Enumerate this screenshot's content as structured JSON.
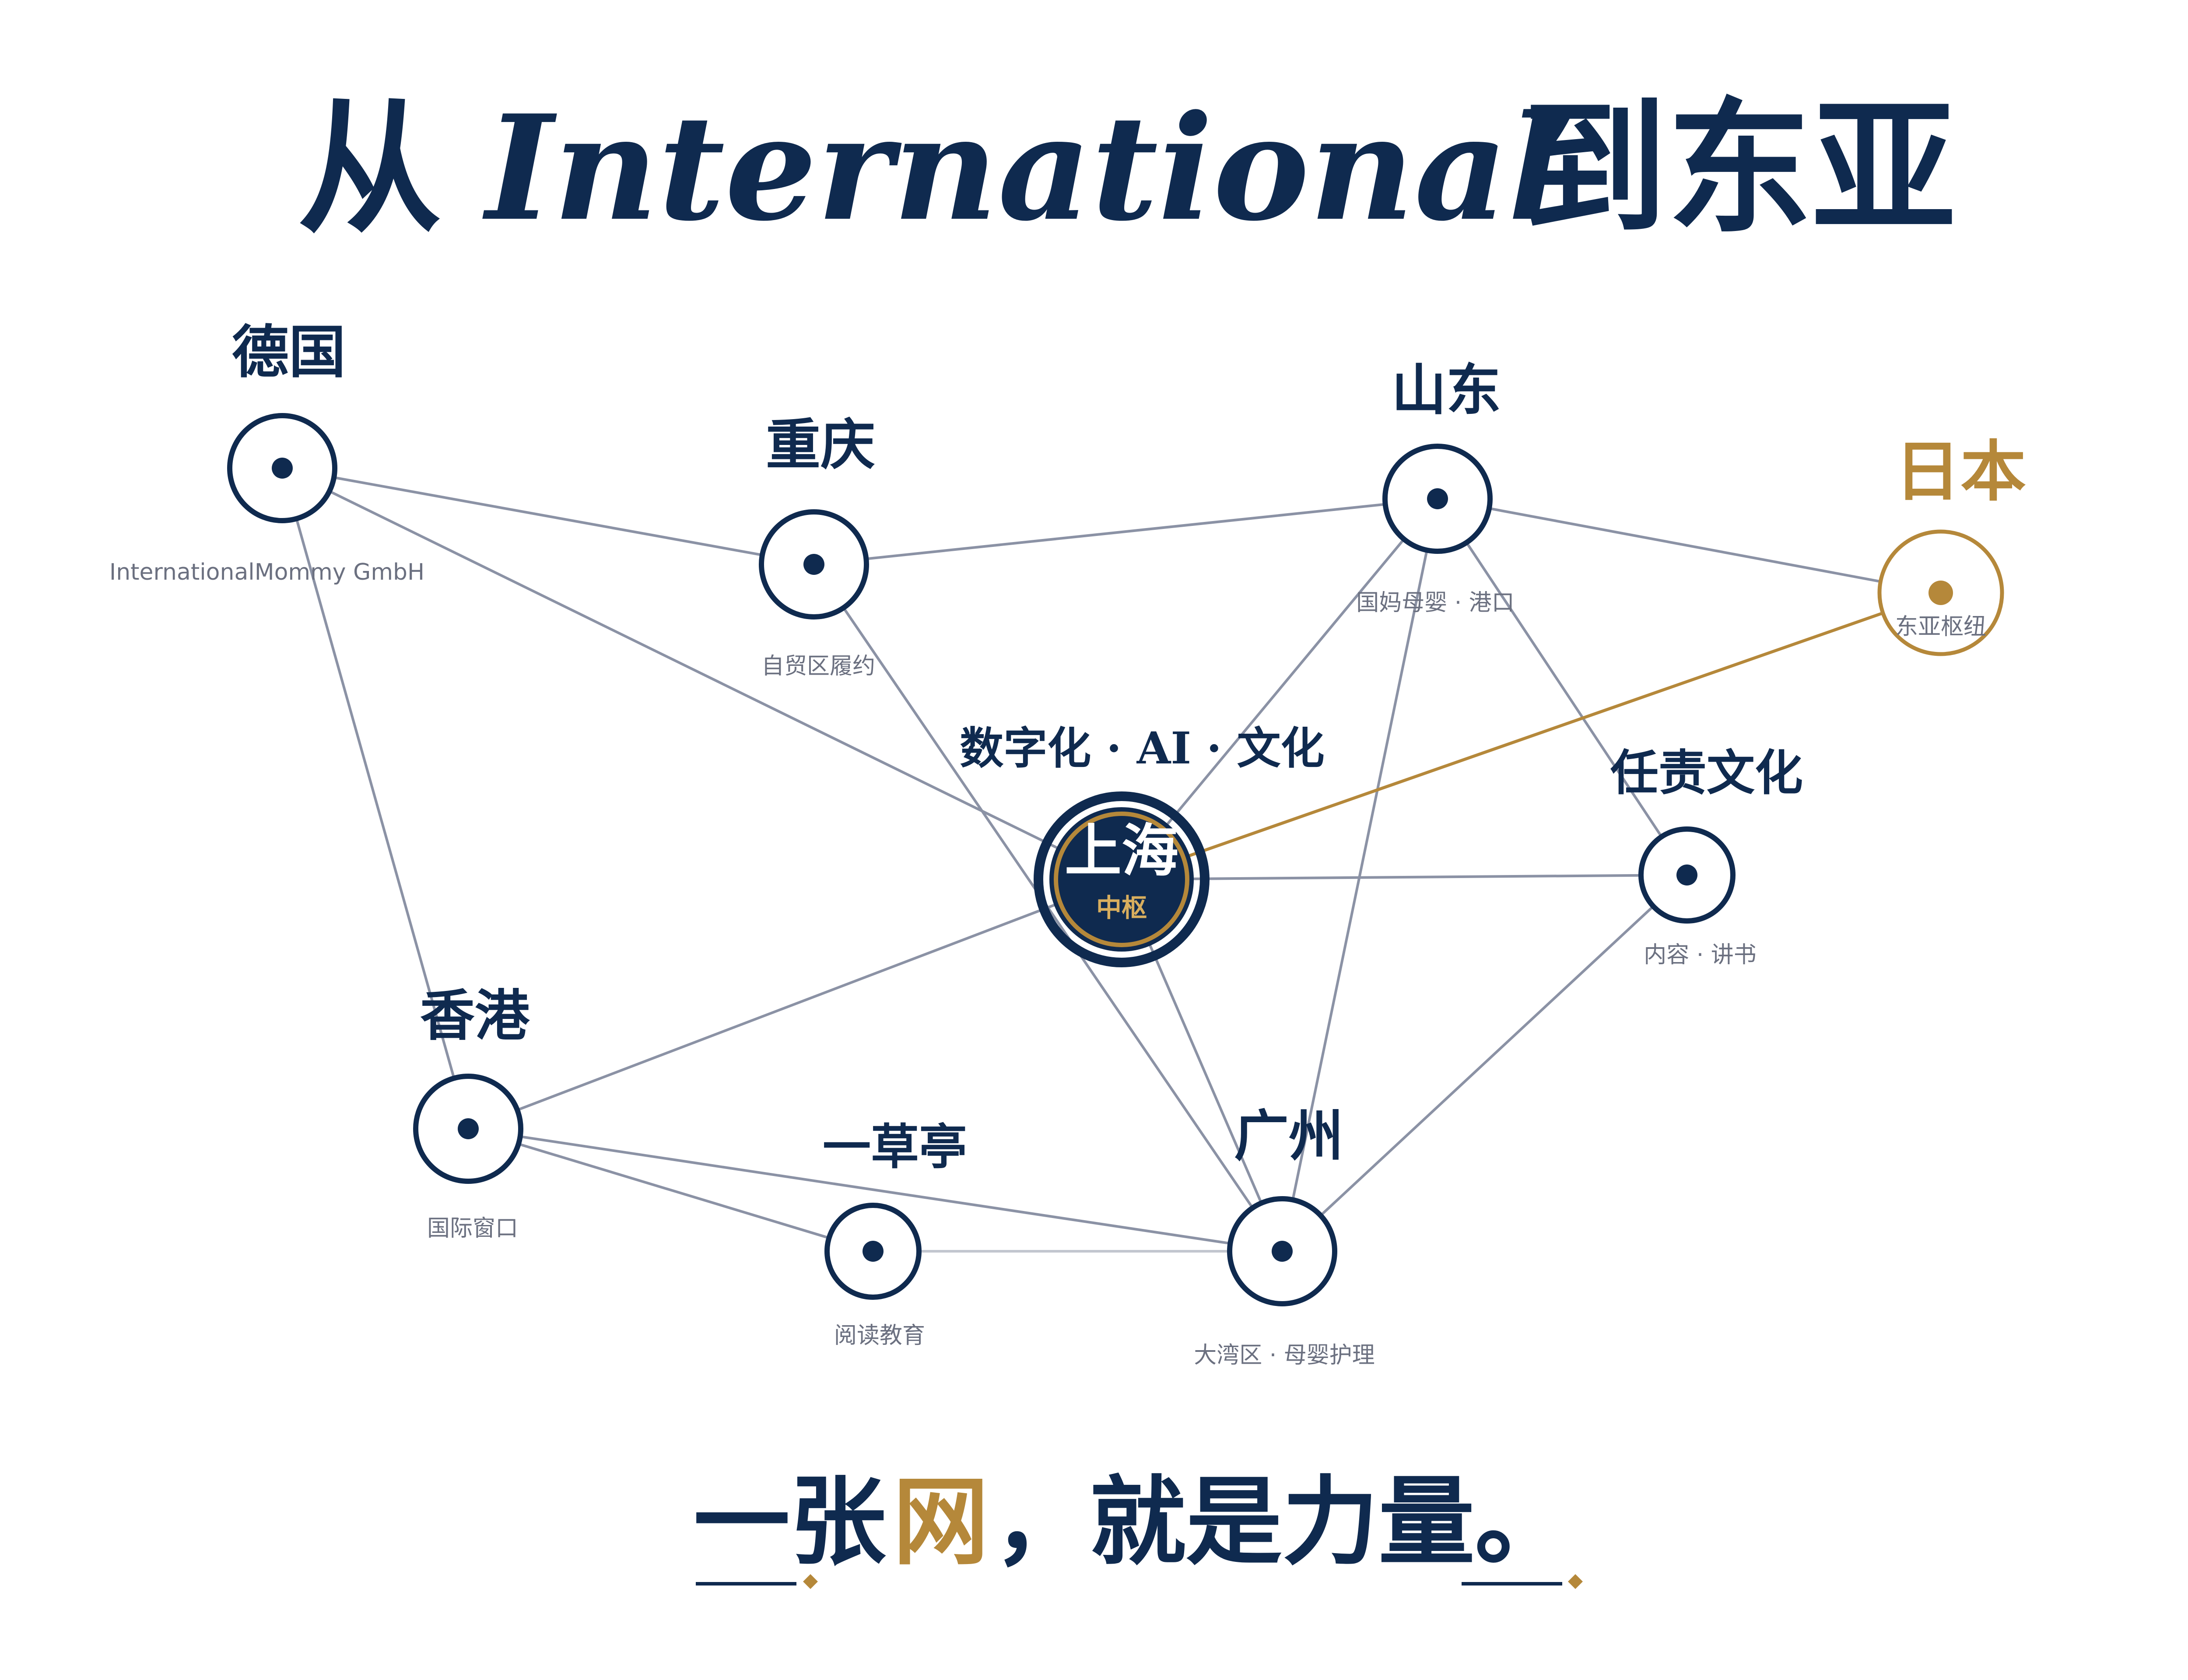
{
  "colors": {
    "navy": "#0f2a4f",
    "gold": "#b5883a",
    "edge": "#8b92a5",
    "edge_light": "#c2c6cf",
    "caption": "#6b7080",
    "background": "#ffffff"
  },
  "title": {
    "part1": "从",
    "part2": "International",
    "part3": "到东亚"
  },
  "hub": {
    "tag": "数字化 · AI · 文化",
    "name": "上海",
    "sub": "中枢"
  },
  "nodes": [
    {
      "id": "germany",
      "label": "德国",
      "caption": "InternationalMommy GmbH",
      "highlight": false
    },
    {
      "id": "chongqing",
      "label": "重庆",
      "caption": "自贸区履约",
      "highlight": false
    },
    {
      "id": "shandong",
      "label": "山东",
      "caption": "国妈母婴 · 港口",
      "highlight": false
    },
    {
      "id": "japan",
      "label": "日本",
      "caption": "东亚枢纽",
      "highlight": true
    },
    {
      "id": "renze",
      "label": "任责文化",
      "caption": "内容 · 讲书",
      "highlight": false
    },
    {
      "id": "hongkong",
      "label": "香港",
      "caption": "国际窗口",
      "highlight": false
    },
    {
      "id": "yicaoting",
      "label": "一草亭",
      "caption": "阅读教育",
      "highlight": false
    },
    {
      "id": "guangzhou",
      "label": "广州",
      "caption": "大湾区 · 母婴护理",
      "highlight": false
    }
  ],
  "edges": [
    [
      "germany",
      "chongqing"
    ],
    [
      "germany",
      "hub"
    ],
    [
      "germany",
      "hongkong"
    ],
    [
      "chongqing",
      "shandong"
    ],
    [
      "chongqing",
      "guangzhou"
    ],
    [
      "shandong",
      "japan"
    ],
    [
      "shandong",
      "hub"
    ],
    [
      "shandong",
      "guangzhou"
    ],
    [
      "shandong",
      "renze"
    ],
    [
      "hub",
      "japan"
    ],
    [
      "hub",
      "renze"
    ],
    [
      "hub",
      "hongkong"
    ],
    [
      "hub",
      "guangzhou"
    ],
    [
      "renze",
      "guangzhou"
    ],
    [
      "hongkong",
      "yicaoting"
    ],
    [
      "hongkong",
      "guangzhou"
    ],
    [
      "yicaoting",
      "guangzhou"
    ]
  ],
  "slogan": {
    "part1": "一张",
    "part2": "网",
    "part3": "，就是力量。"
  }
}
